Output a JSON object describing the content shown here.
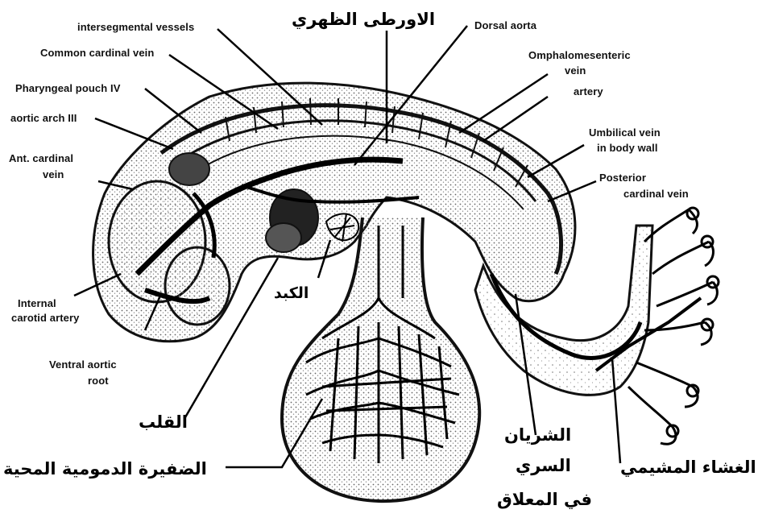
{
  "labels": {
    "intersegmental_vessels": "intersegmental vessels",
    "common_cardinal_vein": "Common cardinal vein",
    "pharyngeal_pouch": "Pharyngeal pouch IV",
    "aortic_arch": "aortic arch III",
    "ant_cardinal_vein_1": "Ant. cardinal",
    "ant_cardinal_vein_2": "vein",
    "internal_carotid_1": "Internal",
    "internal_carotid_2": "carotid artery",
    "ventral_aortic_1": "Ventral aortic",
    "ventral_aortic_2": "root",
    "dorsal_aorta": "Dorsal aorta",
    "omphalomesenteric_1": "Omphalomesenteric",
    "omphalomesenteric_2": "vein",
    "artery": "artery",
    "umbilical_vein_1": "Umbilical vein",
    "umbilical_vein_2": "in body wall",
    "posterior_cardinal_1": "Posterior",
    "posterior_cardinal_2": "cardinal vein"
  },
  "arabic": {
    "dorsal_aorta": "الاورطى الظهري",
    "liver": "الكبد",
    "heart": "القلب",
    "vitelline_plexus": "الضفيرة الدمومية المحية",
    "umbilical_artery_1": "الشريان",
    "umbilical_artery_2": "السري",
    "umbilical_artery_3": "في المعلاق",
    "chorion": "الغشاء المشيمي"
  },
  "colors": {
    "ink": "#111111",
    "stipple": "#9a9a9a",
    "background": "#ffffff"
  }
}
